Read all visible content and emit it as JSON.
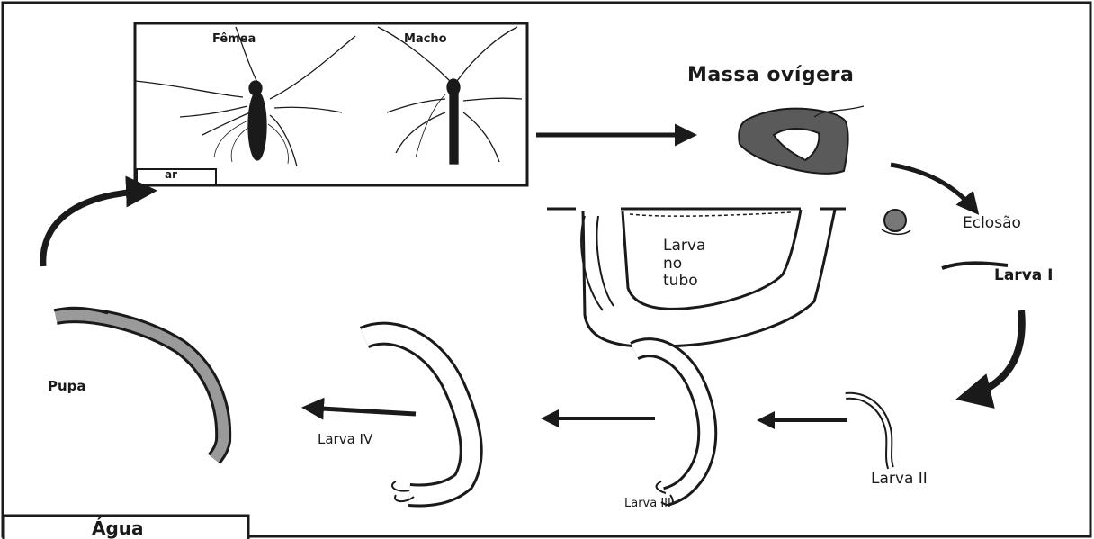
{
  "labels": {
    "female": "Fêmea",
    "male": "Macho",
    "air": "ar",
    "egg_mass": "Massa ovígera",
    "hatching": "Eclosão",
    "larva_tube_1": "Larva",
    "larva_tube_2": "no",
    "larva_tube_3": "tubo",
    "larva_1": "Larva I",
    "larva_2": "Larva II",
    "larva_3": "Larva III",
    "larva_4": "Larva IV",
    "pupa": "Pupa",
    "water": "Água"
  },
  "colors": {
    "ink": "#1a1a1a",
    "background": "#ffffff"
  }
}
